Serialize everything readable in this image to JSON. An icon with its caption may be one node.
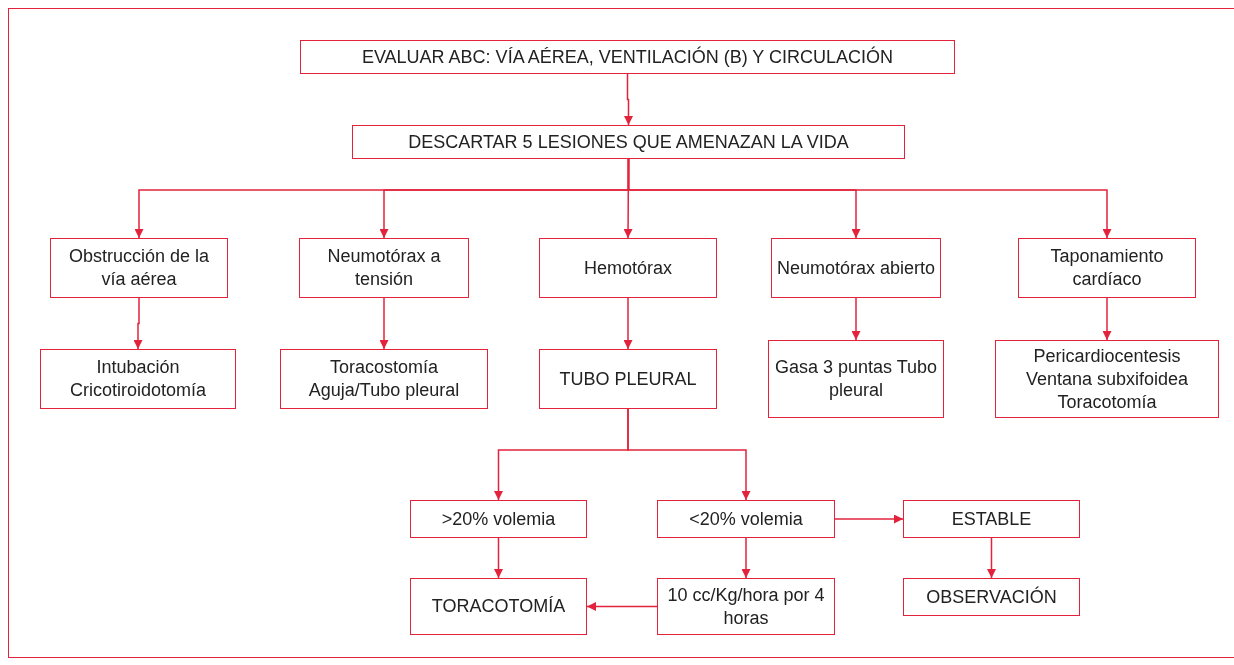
{
  "diagram": {
    "nodes": [
      {
        "text": [
          "EVALUAR ABC: VÍA AÉREA, VENTILACIÓN (B) Y CIRCULACIÓN"
        ]
      },
      {
        "text": [
          "DESCARTAR 5 LESIONES QUE AMENAZAN LA VIDA"
        ]
      },
      {
        "text": [
          "Obstrucción de la vía aérea"
        ]
      },
      {
        "text": [
          "Neumotórax a tensión"
        ]
      },
      {
        "text": [
          "Hemotórax"
        ]
      },
      {
        "text": [
          "Neumotórax abierto"
        ]
      },
      {
        "text": [
          "Taponamiento cardíaco"
        ]
      },
      {
        "text": [
          "Intubación Cricotiroidotomía"
        ]
      },
      {
        "text": [
          "Toracostomía Aguja/Tubo pleural"
        ]
      },
      {
        "text": [
          "TUBO PLEURAL"
        ]
      },
      {
        "text": [
          "Gasa 3 puntas Tubo pleural"
        ]
      },
      {
        "text": [
          "Pericardiocentesis Ventana subxifoidea Toracotomía"
        ]
      },
      {
        "text": [
          ">20% volemia"
        ]
      },
      {
        "text": [
          "<20% volemia"
        ]
      },
      {
        "text": [
          "ESTABLE"
        ]
      },
      {
        "text": [
          "TORACOTOMÍA"
        ]
      },
      {
        "text": [
          "10 cc/Kg/hora por 4 horas"
        ]
      },
      {
        "text": [
          "OBSERVACIÓN"
        ]
      }
    ],
    "edges": [
      {
        "from": 0,
        "to": 1,
        "arrow": "to"
      },
      {
        "from": 1,
        "to": 2,
        "arrow": "to"
      },
      {
        "from": 1,
        "to": 3,
        "arrow": "to"
      },
      {
        "from": 1,
        "to": 4,
        "arrow": "to"
      },
      {
        "from": 1,
        "to": 5,
        "arrow": "to"
      },
      {
        "from": 1,
        "to": 6,
        "arrow": "to"
      },
      {
        "from": 2,
        "to": 7,
        "arrow": "to"
      },
      {
        "from": 3,
        "to": 8,
        "arrow": "to"
      },
      {
        "from": 4,
        "to": 9,
        "arrow": "to"
      },
      {
        "from": 5,
        "to": 10,
        "arrow": "to"
      },
      {
        "from": 6,
        "to": 11,
        "arrow": "to"
      },
      {
        "from": 9,
        "to": 12,
        "arrow": "to"
      },
      {
        "from": 9,
        "to": 13,
        "arrow": "to"
      },
      {
        "from": 12,
        "to": 15,
        "arrow": "to"
      },
      {
        "from": 13,
        "to": 16,
        "arrow": "to"
      },
      {
        "from": 13,
        "to": 14,
        "arrow": "to"
      },
      {
        "from": 14,
        "to": 17,
        "arrow": "to"
      },
      {
        "from": 16,
        "to": 15,
        "arrow": "to"
      }
    ]
  }
}
